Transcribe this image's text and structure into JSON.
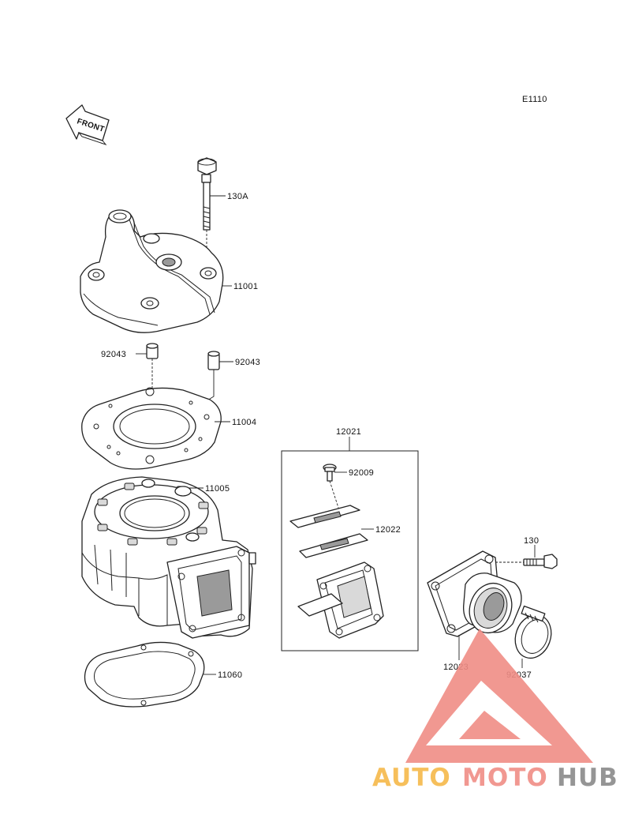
{
  "diagram": {
    "code": "E1110",
    "front_label": "FRONT",
    "parts": {
      "bolt_130A": "130A",
      "cylinder_head": "11001",
      "dowel_pin_left": "92043",
      "dowel_pin_right": "92043",
      "head_gasket": "11004",
      "cylinder": "11005",
      "base_gasket": "11060",
      "reed_valve_assy": "12021",
      "reed_screw": "92009",
      "reed_plate": "12022",
      "bolt_130": "130",
      "intake_pipe": "12023",
      "hose_clamp": "92037"
    }
  },
  "watermark": {
    "word_1": "AUTO",
    "word_2": "MOTO",
    "word_3": "HUB",
    "colors": {
      "auto": "#f6b94a",
      "moto": "#f08d86",
      "hub": "#8a8a8a",
      "triangle": "#f08d86"
    }
  }
}
